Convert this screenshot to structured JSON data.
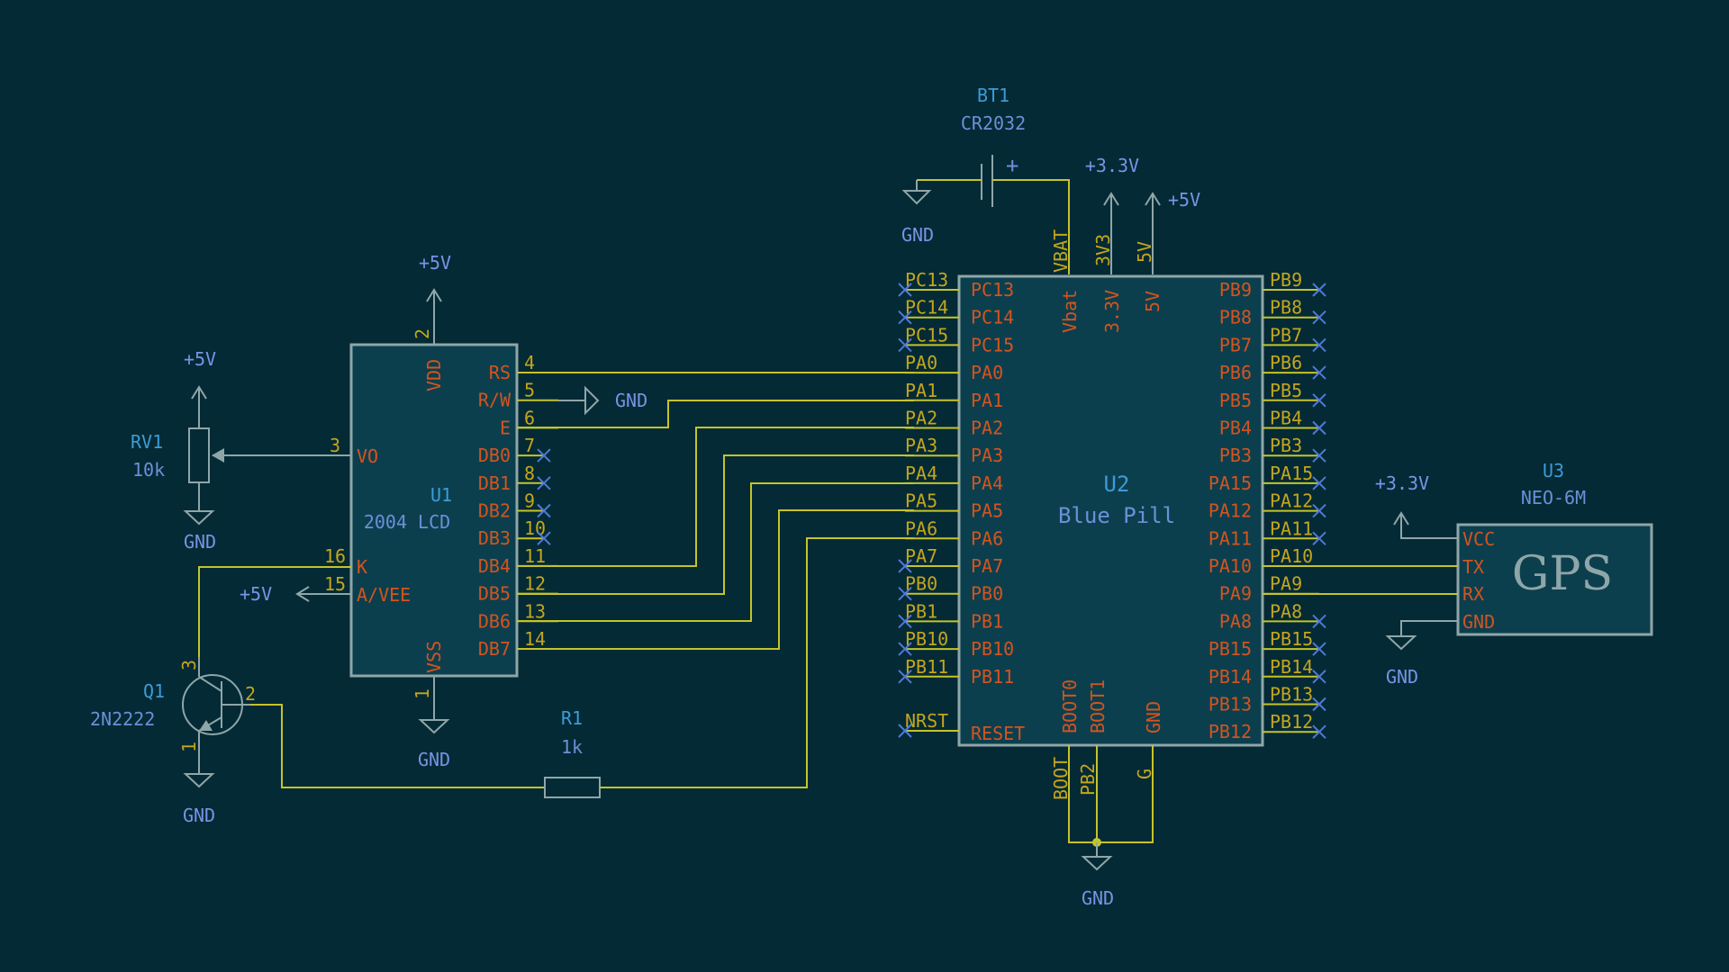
{
  "bt1": {
    "ref": "BT1",
    "value": "CR2032",
    "plus": "+",
    "gnd": "GND"
  },
  "u2": {
    "ref": "U2",
    "value": "Blue Pill",
    "top_pins": {
      "vbat": "Vbat",
      "v33": "3.3V",
      "v5": "5V",
      "vbat_net": "VBAT",
      "v33_net": "3V3",
      "v5_net": "5V"
    },
    "left_pins": [
      "PC13",
      "PC14",
      "PC15",
      "PA0",
      "PA1",
      "PA2",
      "PA3",
      "PA4",
      "PA5",
      "PA6",
      "PA7",
      "PB0",
      "PB1",
      "PB10",
      "PB11"
    ],
    "left_nets": [
      "PC13",
      "PC14",
      "PC15",
      "PA0",
      "PA1",
      "PA2",
      "PA3",
      "PA4",
      "PA5",
      "PA6",
      "PA7",
      "PB0",
      "PB1",
      "PB10",
      "PB11"
    ],
    "reset_pin": "RESET",
    "reset_net": "NRST",
    "right_pins": [
      "PB9",
      "PB8",
      "PB7",
      "PB6",
      "PB5",
      "PB4",
      "PB3",
      "PA15",
      "PA12",
      "PA11",
      "PA10",
      "PA9",
      "PA8",
      "PB15",
      "PB14",
      "PB13",
      "PB12"
    ],
    "right_nets": [
      "PB9",
      "PB8",
      "PB7",
      "PB6",
      "PB5",
      "PB4",
      "PB3",
      "PA15",
      "PA12",
      "PA11",
      "PA10",
      "PA9",
      "PA8",
      "PB15",
      "PB14",
      "PB13",
      "PB12"
    ],
    "bottom_pins": {
      "boot0": "BOOT0",
      "boot1": "BOOT1",
      "gnd": "GND",
      "boot0_net": "BOOT",
      "pb2_net": "PB2",
      "g_net": "G"
    },
    "gnd": "GND"
  },
  "power": {
    "p33_top": "+3.3V",
    "p5_top": "+5V",
    "p5_u1": "+5V",
    "p5_rv1": "+5V",
    "p5_k": "+5V",
    "p33_gps": "+3.3V"
  },
  "u1": {
    "ref": "U1",
    "value": "2004 LCD",
    "vdd": "VDD",
    "vss": "VSS",
    "vdd_num": "2",
    "vss_num": "1",
    "gnd": "GND",
    "vo": "VO",
    "vo_num": "3",
    "k": "K",
    "k_num": "16",
    "a": "A/VEE",
    "a_num": "15",
    "right_pins": [
      "RS",
      "R/W",
      "E",
      "DB0",
      "DB1",
      "DB2",
      "DB3",
      "DB4",
      "DB5",
      "DB6",
      "DB7"
    ],
    "right_nums": [
      "4",
      "5",
      "6",
      "7",
      "8",
      "9",
      "10",
      "11",
      "12",
      "13",
      "14"
    ],
    "rw_gnd": "GND"
  },
  "rv1": {
    "ref": "RV1",
    "value": "10k",
    "gnd": "GND"
  },
  "q1": {
    "ref": "Q1",
    "value": "2N2222",
    "p3": "3",
    "p2": "2",
    "p1": "1",
    "gnd": "GND"
  },
  "r1": {
    "ref": "R1",
    "value": "1k"
  },
  "u3": {
    "ref": "U3",
    "value": "NEO-6M",
    "label": "GPS",
    "pins": [
      "VCC",
      "TX",
      "RX",
      "GND"
    ],
    "gnd": "GND"
  },
  "colors": {
    "background": "#042a35",
    "wire": "#c4c42a",
    "body": "#8fa6a8",
    "pin_name": "#d4541f",
    "pin_net": "#c4a61c",
    "ref": "#3d9bd6",
    "value": "#6b90d8"
  }
}
